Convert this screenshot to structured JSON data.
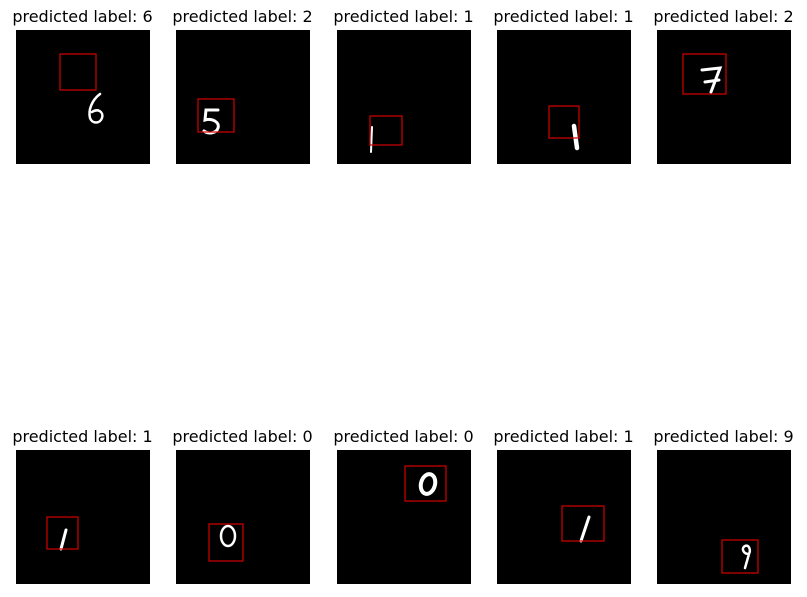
{
  "label_prefix": "predicted label: ",
  "box_color": "#d40000",
  "image_background": "#000000",
  "panels": [
    {
      "title": "predicted label: 6",
      "digit": "6"
    },
    {
      "title": "predicted label: 2",
      "digit": "5"
    },
    {
      "title": "predicted label: 1",
      "digit": "1"
    },
    {
      "title": "predicted label: 1",
      "digit": "1"
    },
    {
      "title": "predicted label: 2",
      "digit": "7"
    },
    {
      "title": "predicted label: 1",
      "digit": "1"
    },
    {
      "title": "predicted label: 0",
      "digit": "0"
    },
    {
      "title": "predicted label: 0",
      "digit": "0"
    },
    {
      "title": "predicted label: 1",
      "digit": "1"
    },
    {
      "title": "predicted label: 9",
      "digit": "9"
    }
  ]
}
